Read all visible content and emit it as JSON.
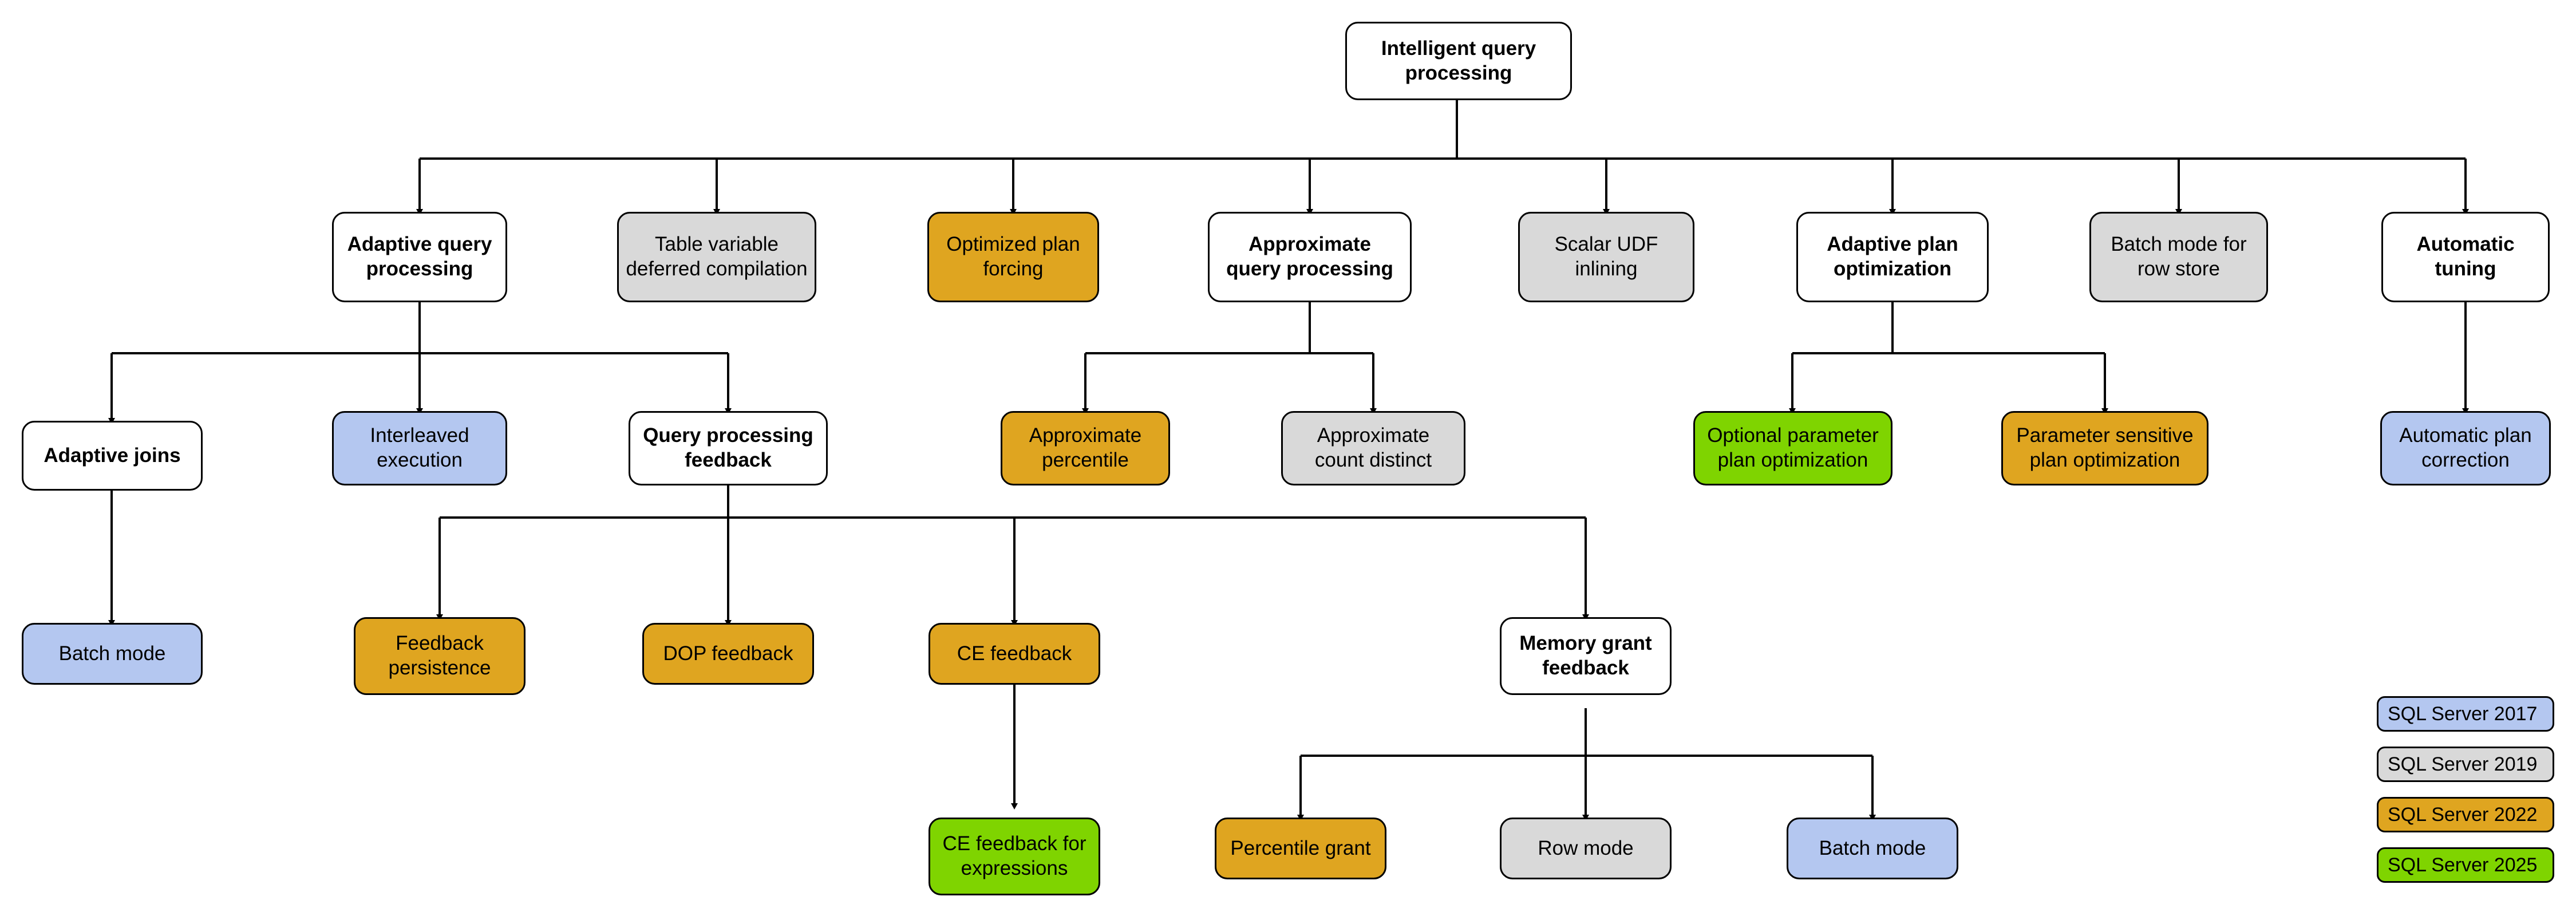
{
  "diagram": {
    "title": "Intelligent query processing feature family tree",
    "palette": {
      "white": "#ffffff",
      "gray": "#d9d9d9",
      "orange": "#dfa520",
      "blue": "#b4c7f0",
      "green": "#7fd400",
      "stroke": "#000000"
    },
    "nodes": [
      {
        "id": "root",
        "label": "Intelligent query\nprocessing",
        "fill": "white",
        "bold": true
      },
      {
        "id": "aqp",
        "label": "Adaptive query\nprocessing",
        "fill": "white",
        "bold": true
      },
      {
        "id": "tvdc",
        "label": "Table variable\ndeferred compilation",
        "fill": "gray",
        "bold": false
      },
      {
        "id": "opf",
        "label": "Optimized plan\nforcing",
        "fill": "orange",
        "bold": false
      },
      {
        "id": "approx_qp",
        "label": "Approximate\nquery processing",
        "fill": "white",
        "bold": true
      },
      {
        "id": "udf_inlining",
        "label": "Scalar UDF\ninlining",
        "fill": "gray",
        "bold": false
      },
      {
        "id": "apo",
        "label": "Adaptive plan\noptimization",
        "fill": "white",
        "bold": true
      },
      {
        "id": "bmrs",
        "label": "Batch mode for\nrow store",
        "fill": "gray",
        "bold": false
      },
      {
        "id": "auto_tuning",
        "label": "Automatic\ntuning",
        "fill": "white",
        "bold": true
      },
      {
        "id": "adaptive_joins",
        "label": "Adaptive joins",
        "fill": "white",
        "bold": true
      },
      {
        "id": "interleaved",
        "label": "Interleaved\nexecution",
        "fill": "blue",
        "bold": false
      },
      {
        "id": "qpf",
        "label": "Query processing\nfeedback",
        "fill": "white",
        "bold": true
      },
      {
        "id": "approx_pct",
        "label": "Approximate\npercentile",
        "fill": "orange",
        "bold": false
      },
      {
        "id": "approx_cd",
        "label": "Approximate\ncount distinct",
        "fill": "gray",
        "bold": false
      },
      {
        "id": "oppo",
        "label": "Optional parameter\nplan optimization",
        "fill": "green",
        "bold": false
      },
      {
        "id": "pspo",
        "label": "Parameter sensitive\nplan optimization",
        "fill": "orange",
        "bold": false
      },
      {
        "id": "apc",
        "label": "Automatic plan\ncorrection",
        "fill": "blue",
        "bold": false
      },
      {
        "id": "batch_mode_aj",
        "label": "Batch mode",
        "fill": "blue",
        "bold": false
      },
      {
        "id": "fb_persistence",
        "label": "Feedback\npersistence",
        "fill": "orange",
        "bold": false
      },
      {
        "id": "dop_feedback",
        "label": "DOP feedback",
        "fill": "orange",
        "bold": false
      },
      {
        "id": "ce_feedback",
        "label": "CE feedback",
        "fill": "orange",
        "bold": false
      },
      {
        "id": "mgf",
        "label": "Memory grant\nfeedback",
        "fill": "white",
        "bold": true
      },
      {
        "id": "ce_fb_expr",
        "label": "CE feedback for\nexpressions",
        "fill": "green",
        "bold": false
      },
      {
        "id": "percentile_grant",
        "label": "Percentile grant",
        "fill": "orange",
        "bold": false
      },
      {
        "id": "row_mode",
        "label": "Row mode",
        "fill": "gray",
        "bold": false
      },
      {
        "id": "batch_mode_mgf",
        "label": "Batch mode",
        "fill": "blue",
        "bold": false
      }
    ],
    "legend": [
      {
        "label": "SQL Server 2017",
        "fill": "blue"
      },
      {
        "label": "SQL Server 2019",
        "fill": "gray"
      },
      {
        "label": "SQL Server 2022",
        "fill": "orange"
      },
      {
        "label": "SQL Server 2025",
        "fill": "green"
      }
    ]
  }
}
